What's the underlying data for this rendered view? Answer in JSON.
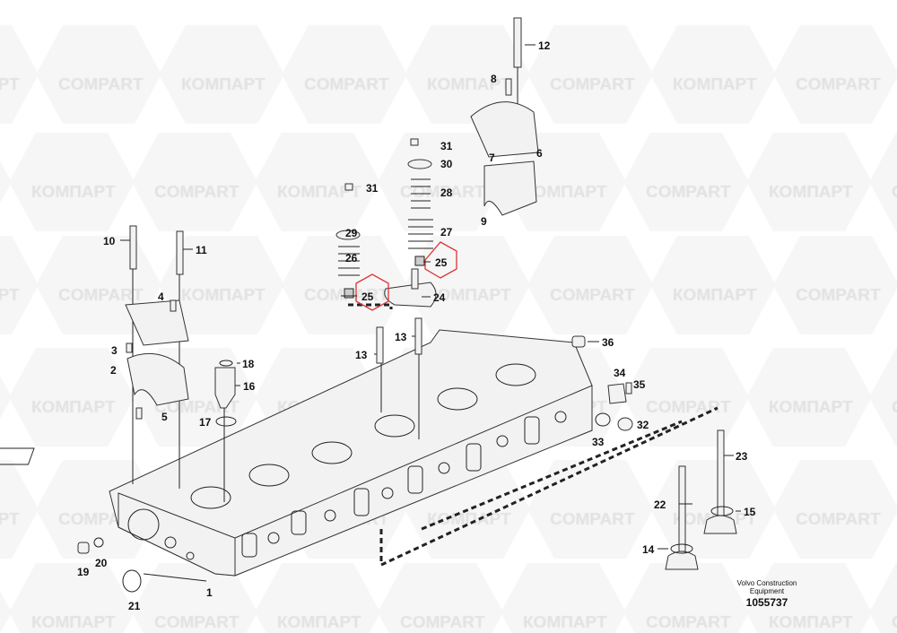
{
  "watermark": {
    "text_a": "COMPART",
    "text_b": "КОМПАРТ",
    "color": "#e2e2e2"
  },
  "labels": [
    "1",
    "2",
    "3",
    "4",
    "5",
    "6",
    "7",
    "8",
    "9",
    "10",
    "11",
    "12",
    "13",
    "13",
    "14",
    "15",
    "16",
    "17",
    "18",
    "19",
    "20",
    "21",
    "22",
    "23",
    "24",
    "25",
    "25",
    "26",
    "27",
    "28",
    "29",
    "30",
    "31",
    "31",
    "32",
    "33",
    "34",
    "35",
    "36"
  ],
  "highlight_color": "#d33333",
  "caption": {
    "line1": "Volvo Construction",
    "line2": "Equipment",
    "number": "1055737"
  }
}
